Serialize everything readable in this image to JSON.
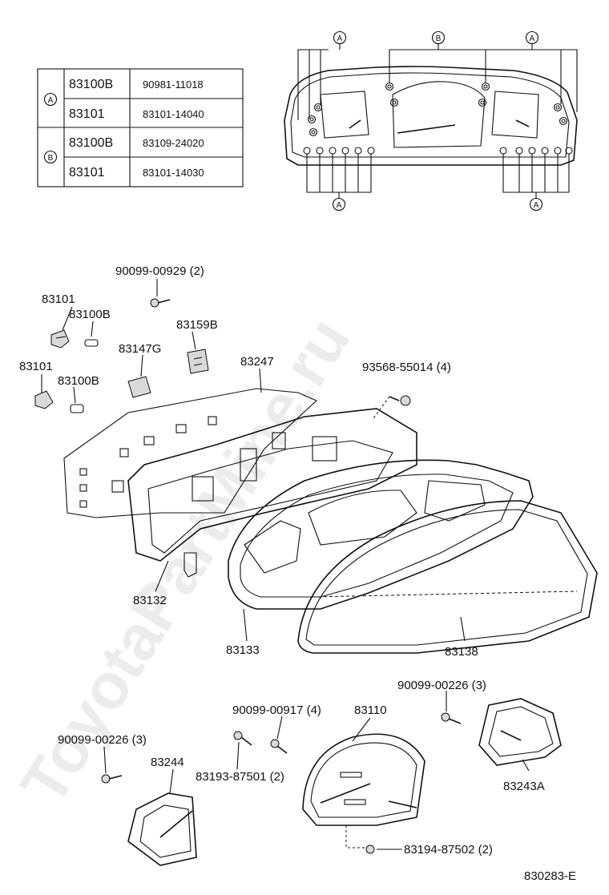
{
  "watermark": "ToyotaPartMine.ru",
  "table": {
    "groups": [
      {
        "marker": "A",
        "rows": [
          {
            "part": "83100B",
            "number": "90981-11018"
          },
          {
            "part": "83101",
            "number": "83101-14040"
          }
        ]
      },
      {
        "marker": "B",
        "rows": [
          {
            "part": "83100B",
            "number": "83109-24020"
          },
          {
            "part": "83101",
            "number": "83101-14030"
          }
        ]
      }
    ]
  },
  "cluster_markers": {
    "top_left": "A",
    "top_center": "B",
    "top_right": "A",
    "bottom_left": "A",
    "bottom_right": "A"
  },
  "parts": {
    "screw_top": "90099-00929 (2)",
    "p83101_a": "83101",
    "p83100b_a": "83100B",
    "p83159b": "83159B",
    "p83147g": "83147G",
    "p83101_b": "83101",
    "p83100b_b": "83100B",
    "p83247": "83247",
    "screw_93568": "93568-55014 (4)",
    "p83132": "83132",
    "p83133": "83133",
    "p83138": "83138",
    "screw_00226_right": "90099-00226 (3)",
    "screw_00917": "90099-00917 (4)",
    "p83110": "83110",
    "screw_00226_left": "90099-00226 (3)",
    "p83244": "83244",
    "p83193": "83193-87501 (2)",
    "p83243a": "83243A",
    "p83194": "83194-87502 (2)"
  },
  "diagram_code": "830283-E"
}
